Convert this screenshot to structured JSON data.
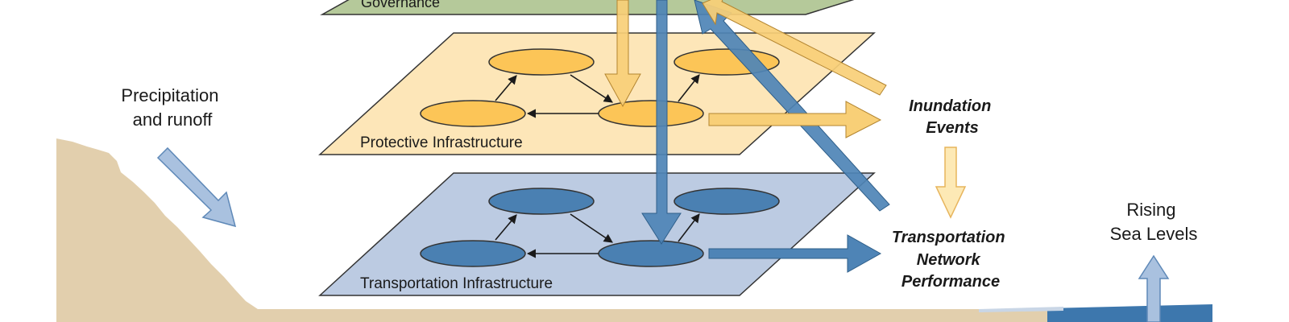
{
  "layers": {
    "governance": {
      "label": "Governance"
    },
    "protective": {
      "label": "Protective Infrastructure"
    },
    "transportation": {
      "label": "Transportation Infrastructure"
    }
  },
  "side_labels": {
    "precipitation": {
      "line1": "Precipitation",
      "line2": "and runoff"
    },
    "inundation": {
      "line1": "Inundation",
      "line2": "Events"
    },
    "performance": {
      "line1": "Transportation",
      "line2": "Network",
      "line3": "Performance"
    },
    "sea_levels": {
      "line1": "Rising",
      "line2": "Sea Levels"
    }
  },
  "colors": {
    "governance_fill": "#b5c99a",
    "protective_fill": "#fde6b8",
    "protective_node": "#fcc557",
    "transport_fill": "#bccbe2",
    "transport_node": "#4a80b2",
    "land": "#e2cfad",
    "water": "#3d77ad",
    "arrow_orange": "#f8cf77",
    "arrow_blue": "#4e84b6",
    "arrow_pale_orange": "#fde9b5",
    "arrow_pale_blue": "#a9c1df"
  }
}
